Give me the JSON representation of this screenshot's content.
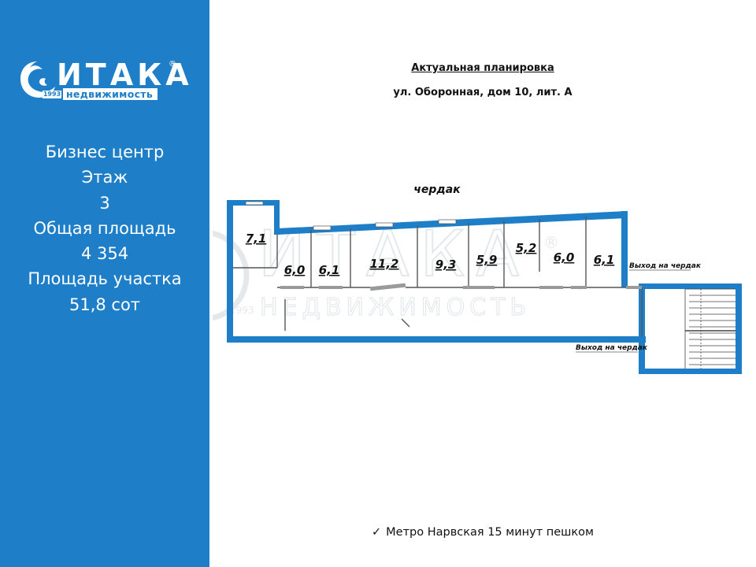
{
  "logo": {
    "brand": "ИТАКА",
    "registered": "®",
    "subtitle": "недвижимость",
    "year": "1993"
  },
  "info": {
    "line1": "Бизнес центр",
    "line2": "Этаж",
    "line3": "3",
    "line4": "Общая площадь",
    "line5": "4 354",
    "line6": "Площадь участка",
    "line7": "51,8 сот"
  },
  "plan": {
    "title": "Актуальная планировка",
    "address": "ул. Оборонная, дом 10, лит. А",
    "attic_label": "чердак",
    "exit_label_top": "Выход на чердак",
    "exit_label_bottom": "Выход на чердак",
    "rooms": [
      {
        "area": "7,1"
      },
      {
        "area": "6,0"
      },
      {
        "area": "6,1"
      },
      {
        "area": "11,2"
      },
      {
        "area": "9,3"
      },
      {
        "area": "5,9"
      },
      {
        "area": "5,2"
      },
      {
        "area": "6,0"
      },
      {
        "area": "6,1"
      }
    ],
    "watermark": {
      "brand": "ИТАКА",
      "subtitle": "НЕДВИЖИМОСТЬ",
      "year": "1993"
    }
  },
  "footer": {
    "checkmark": "✓",
    "text": "Метро Нарвская 15 минут пешком"
  },
  "colors": {
    "sidebar": "#1e7fc8",
    "wall": "#1e7fc8",
    "text": "#111111"
  }
}
